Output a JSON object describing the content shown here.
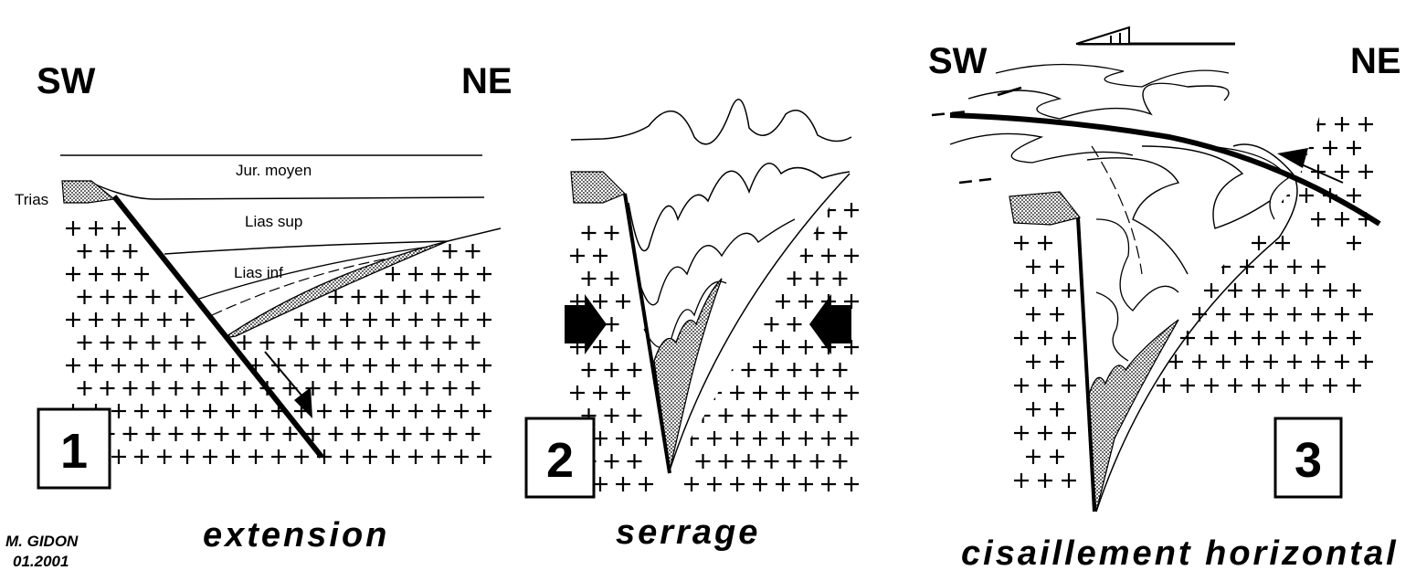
{
  "panel1": {
    "number": "1",
    "caption": "extension",
    "dir_left": "SW",
    "dir_right": "NE",
    "labels": {
      "trias": "Trias",
      "jur_moyen": "Jur. moyen",
      "lias_sup": "Lias sup",
      "lias_inf": "Lias inf"
    }
  },
  "panel2": {
    "number": "2",
    "caption": "serrage"
  },
  "panel3": {
    "number": "3",
    "caption": "cisaillement horizontal",
    "dir_left": "SW",
    "dir_right": "NE"
  },
  "author": {
    "name": "M. GIDON",
    "date": "01.2001"
  },
  "colors": {
    "ink": "#000000",
    "paper": "#ffffff",
    "stipple": "#8a8a8a"
  }
}
